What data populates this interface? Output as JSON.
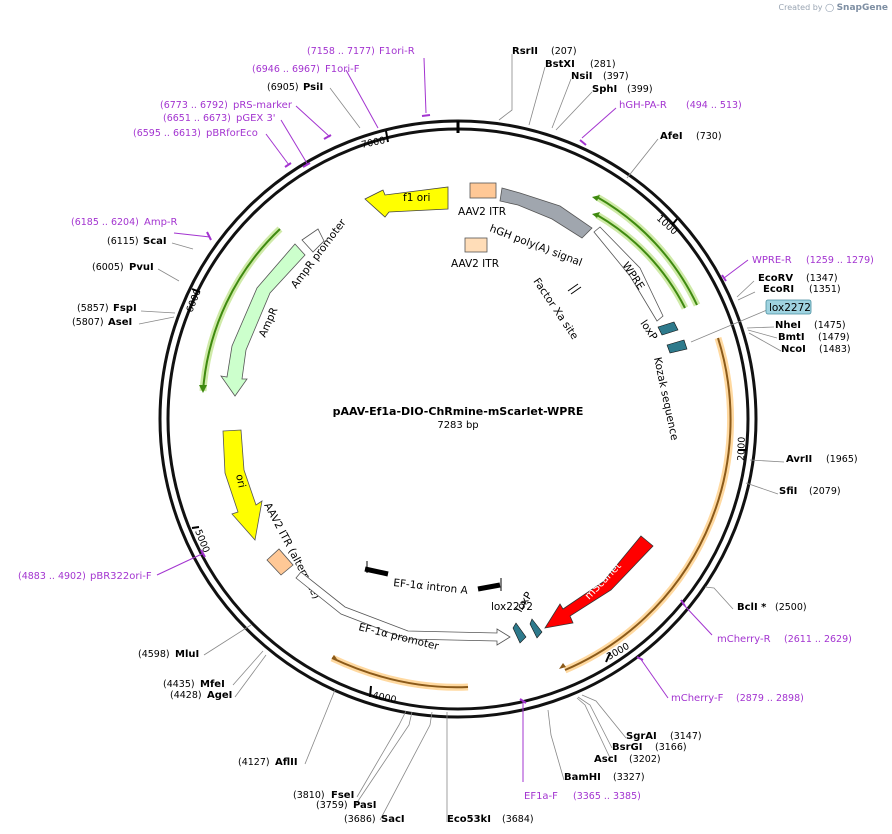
{
  "credit": {
    "prefix": "Created by",
    "brand": "SnapGene"
  },
  "plasmid": {
    "name": "pAAV-Ef1a-DIO-ChRmine-mScarlet-WPRE",
    "length_label": "7283 bp"
  },
  "ticks": [
    "1000",
    "2000",
    "3000",
    "4000",
    "5000",
    "6000",
    "7000"
  ],
  "sites": [
    {
      "name": "RsrII",
      "pos": "(207)"
    },
    {
      "name": "BstXI",
      "pos": "(281)"
    },
    {
      "name": "NsiI",
      "pos": "(397)"
    },
    {
      "name": "SphI",
      "pos": "(399)"
    },
    {
      "name": "AfeI",
      "pos": "(730)"
    },
    {
      "name": "EcoRV",
      "pos": "(1347)"
    },
    {
      "name": "EcoRI",
      "pos": "(1351)"
    },
    {
      "name": "NheI",
      "pos": "(1475)"
    },
    {
      "name": "BmtI",
      "pos": "(1479)"
    },
    {
      "name": "NcoI",
      "pos": "(1483)"
    },
    {
      "name": "AvrII",
      "pos": "(1965)"
    },
    {
      "name": "SfiI",
      "pos": "(2079)"
    },
    {
      "name": "BclI *",
      "pos": "(2500)"
    },
    {
      "name": "SgrAI",
      "pos": "(3147)"
    },
    {
      "name": "BsrGI",
      "pos": "(3166)"
    },
    {
      "name": "AscI",
      "pos": "(3202)"
    },
    {
      "name": "BamHI",
      "pos": "(3327)"
    },
    {
      "name": "Eco53kI",
      "pos": "(3684)"
    },
    {
      "name": "SacI",
      "pos": "(3686)"
    },
    {
      "name": "PasI",
      "pos": "(3759)"
    },
    {
      "name": "FseI",
      "pos": "(3810)"
    },
    {
      "name": "AflII",
      "pos": "(4127)"
    },
    {
      "name": "AgeI",
      "pos": "(4428)"
    },
    {
      "name": "MfeI",
      "pos": "(4435)"
    },
    {
      "name": "MluI",
      "pos": "(4598)"
    },
    {
      "name": "AseI",
      "pos": "(5807)"
    },
    {
      "name": "FspI",
      "pos": "(5857)"
    },
    {
      "name": "PvuI",
      "pos": "(6005)"
    },
    {
      "name": "ScaI",
      "pos": "(6115)"
    },
    {
      "name": "PsiI",
      "pos": "(6905)"
    }
  ],
  "primers": [
    {
      "name": "F1ori-R",
      "range": "(7158 .. 7177)"
    },
    {
      "name": "F1ori-F",
      "range": "(6946 .. 6967)"
    },
    {
      "name": "pRS-marker",
      "range": "(6773 .. 6792)"
    },
    {
      "name": "pGEX 3'",
      "range": "(6651 .. 6673)"
    },
    {
      "name": "pBRforEco",
      "range": "(6595 .. 6613)"
    },
    {
      "name": "hGH-PA-R",
      "range": "(494 .. 513)"
    },
    {
      "name": "WPRE-R",
      "range": "(1259 .. 1279)"
    },
    {
      "name": "mCherry-R",
      "range": "(2611 .. 2629)"
    },
    {
      "name": "mCherry-F",
      "range": "(2879 .. 2898)"
    },
    {
      "name": "EF1a-F",
      "range": "(3365 .. 3385)"
    },
    {
      "name": "Amp-R",
      "range": "(6185 .. 6204)"
    },
    {
      "name": "pBR322ori-F",
      "range": "(4883 .. 4902)"
    }
  ],
  "features": {
    "f1_ori": "f1 ori",
    "aav2_itr_top": "AAV2 ITR",
    "hgh_polya": "hGH poly(A) signal",
    "aav2_itr_inner": "AAV2 ITR",
    "wpre": "WPRE",
    "factor_xa": "Factor Xa site",
    "loxp_top": "loxP",
    "lox2272_badge": "lox2272",
    "kozak": "Kozak sequence",
    "ampr_promoter": "AmpR promoter",
    "ampr": "AmpR",
    "ori": "ori",
    "aav2_itr_alt": "AAV2 ITR (alternate)",
    "ef1a_intron": "EF-1α intron A",
    "ef1a_promoter": "EF-1α promoter",
    "lox2272_bottom": "lox2272",
    "loxp_bottom": "loxP",
    "mscarlet": "mScarlet"
  },
  "colors": {
    "primer": "#a334d0",
    "f1_ori": "#ffff00",
    "ori": "#ffff00",
    "ampr": "#ccffcc",
    "itr": "#ffc896",
    "polya": "#a0a6ae",
    "mscarlet": "#ff0000",
    "lox": "#2e7a8c",
    "lox_badge": "#9fd3e0",
    "wpre_track": "#55a313",
    "orange_track": "#ffb955",
    "brown_track": "#8b5a1a"
  }
}
